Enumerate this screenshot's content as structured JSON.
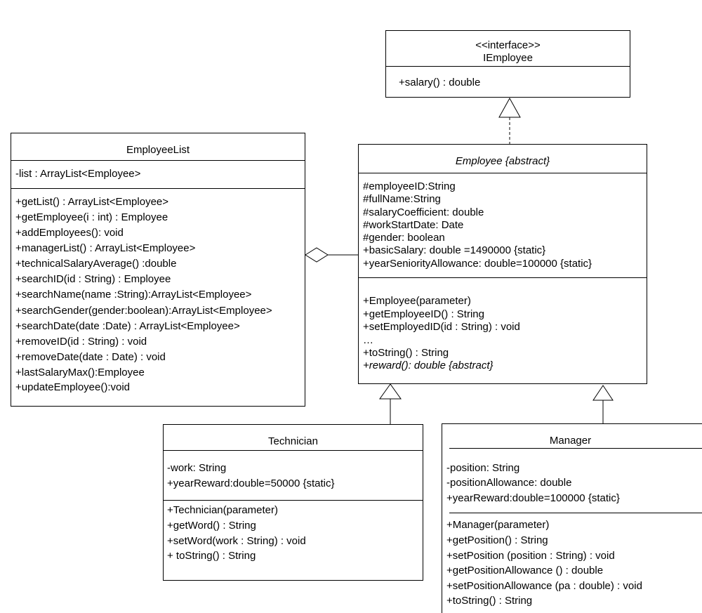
{
  "iemployee": {
    "stereotype": "<<interface>>",
    "name": "IEmployee",
    "methods": [
      "+salary() :  double"
    ]
  },
  "employee_list": {
    "name": "EmployeeList",
    "attributes": [
      "-list : ArrayList<Employee>"
    ],
    "methods": [
      "+getList() : ArrayList<Employee>",
      "+getEmployee(i : int) : Employee",
      "+addEmployees(): void",
      "+managerList() : ArrayList<Employee>",
      "+technicalSalaryAverage() :double",
      "+searchID(id : String) : Employee",
      "+searchName(name :String):ArrayList<Employee>",
      "+searchGender(gender:boolean):ArrayList<Employee>",
      "+searchDate(date :Date) : ArrayList<Employee>",
      "+removeID(id : String) : void",
      "+removeDate(date : Date) : void",
      "+lastSalaryMax():Employee",
      "+updateEmployee():void"
    ]
  },
  "employee": {
    "name": "Employee {abstract}",
    "attributes": [
      "#employeeID:String",
      "#fullName:String",
      "#salaryCoefficient: double",
      "#workStartDate: Date",
      "#gender: boolean",
      "+basicSalary: double =1490000 {static}",
      "+yearSeniorityAllowance: double=100000 {static}"
    ],
    "methods": [
      "+Employee(parameter)",
      "+getEmployeeID() : String",
      "+setEmployedID(id : String) : void",
      "…",
      "+toString() : String",
      "+reward(): double {abstract}"
    ]
  },
  "technician": {
    "name": "Technician",
    "attributes": [
      "-work: String",
      "+yearReward:double=50000 {static}"
    ],
    "methods": [
      "+Technician(parameter)",
      "+getWord() : String",
      "+setWord(work : String) : void",
      "+ toString() : String"
    ]
  },
  "manager": {
    "name": "Manager",
    "attributes": [
      "-position: String",
      "-positionAllowance: double",
      "+yearReward:double=100000 {static}"
    ],
    "methods": [
      "+Manager(parameter)",
      "+getPosition() : String",
      "+setPosition (position : String) : void",
      "+getPositionAllowance () : double",
      "+setPositionAllowance (pa : double) : void",
      "+toString() : String"
    ]
  }
}
